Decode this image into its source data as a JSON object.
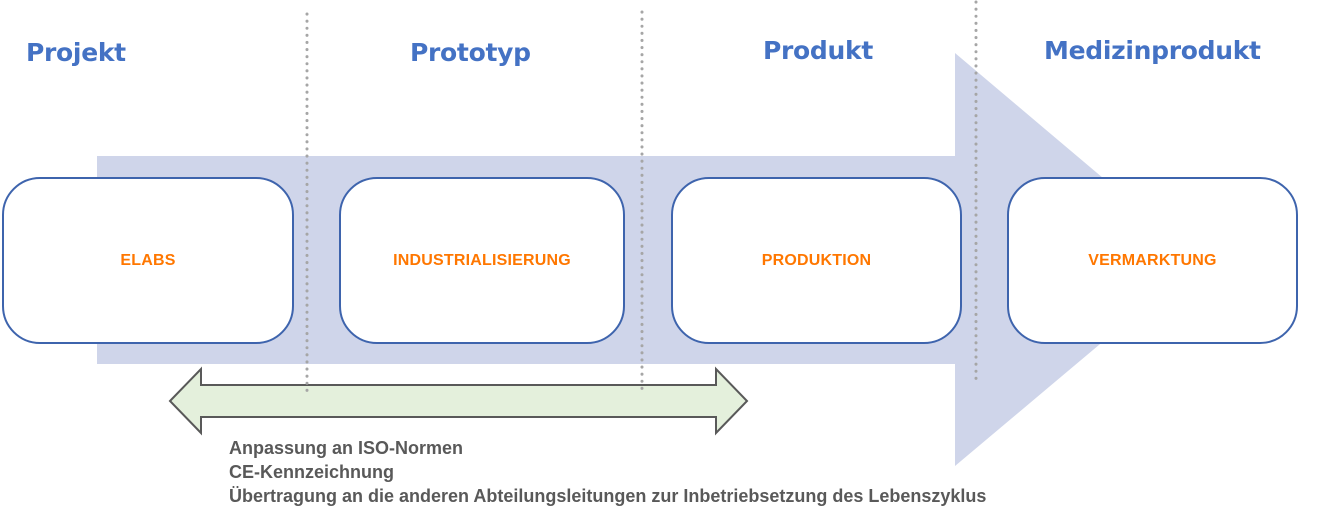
{
  "colors": {
    "heading": "#4472c4",
    "box_label": "#ff7700",
    "box_border": "#3e64ad",
    "main_arrow_fill": "#cfd5ea",
    "double_arrow_fill": "#e4f0dc",
    "double_arrow_stroke": "#595959",
    "divider": "#a6a6a6",
    "notes_text": "#595959"
  },
  "phases": [
    {
      "heading": "Projekt",
      "box_label": "ELABS"
    },
    {
      "heading": "Prototyp",
      "box_label": "INDUSTRIALISIERUNG"
    },
    {
      "heading": "Produkt",
      "box_label": "PRODUKTION"
    },
    {
      "heading": "Medizinprodukt",
      "box_label": "VERMARKTUNG"
    }
  ],
  "notes": [
    "Anpassung an ISO-Normen",
    "CE-Kennzeichnung",
    "Übertragung an die anderen Abteilungsleitungen zur Inbetriebsetzung des Lebenszyklus"
  ]
}
